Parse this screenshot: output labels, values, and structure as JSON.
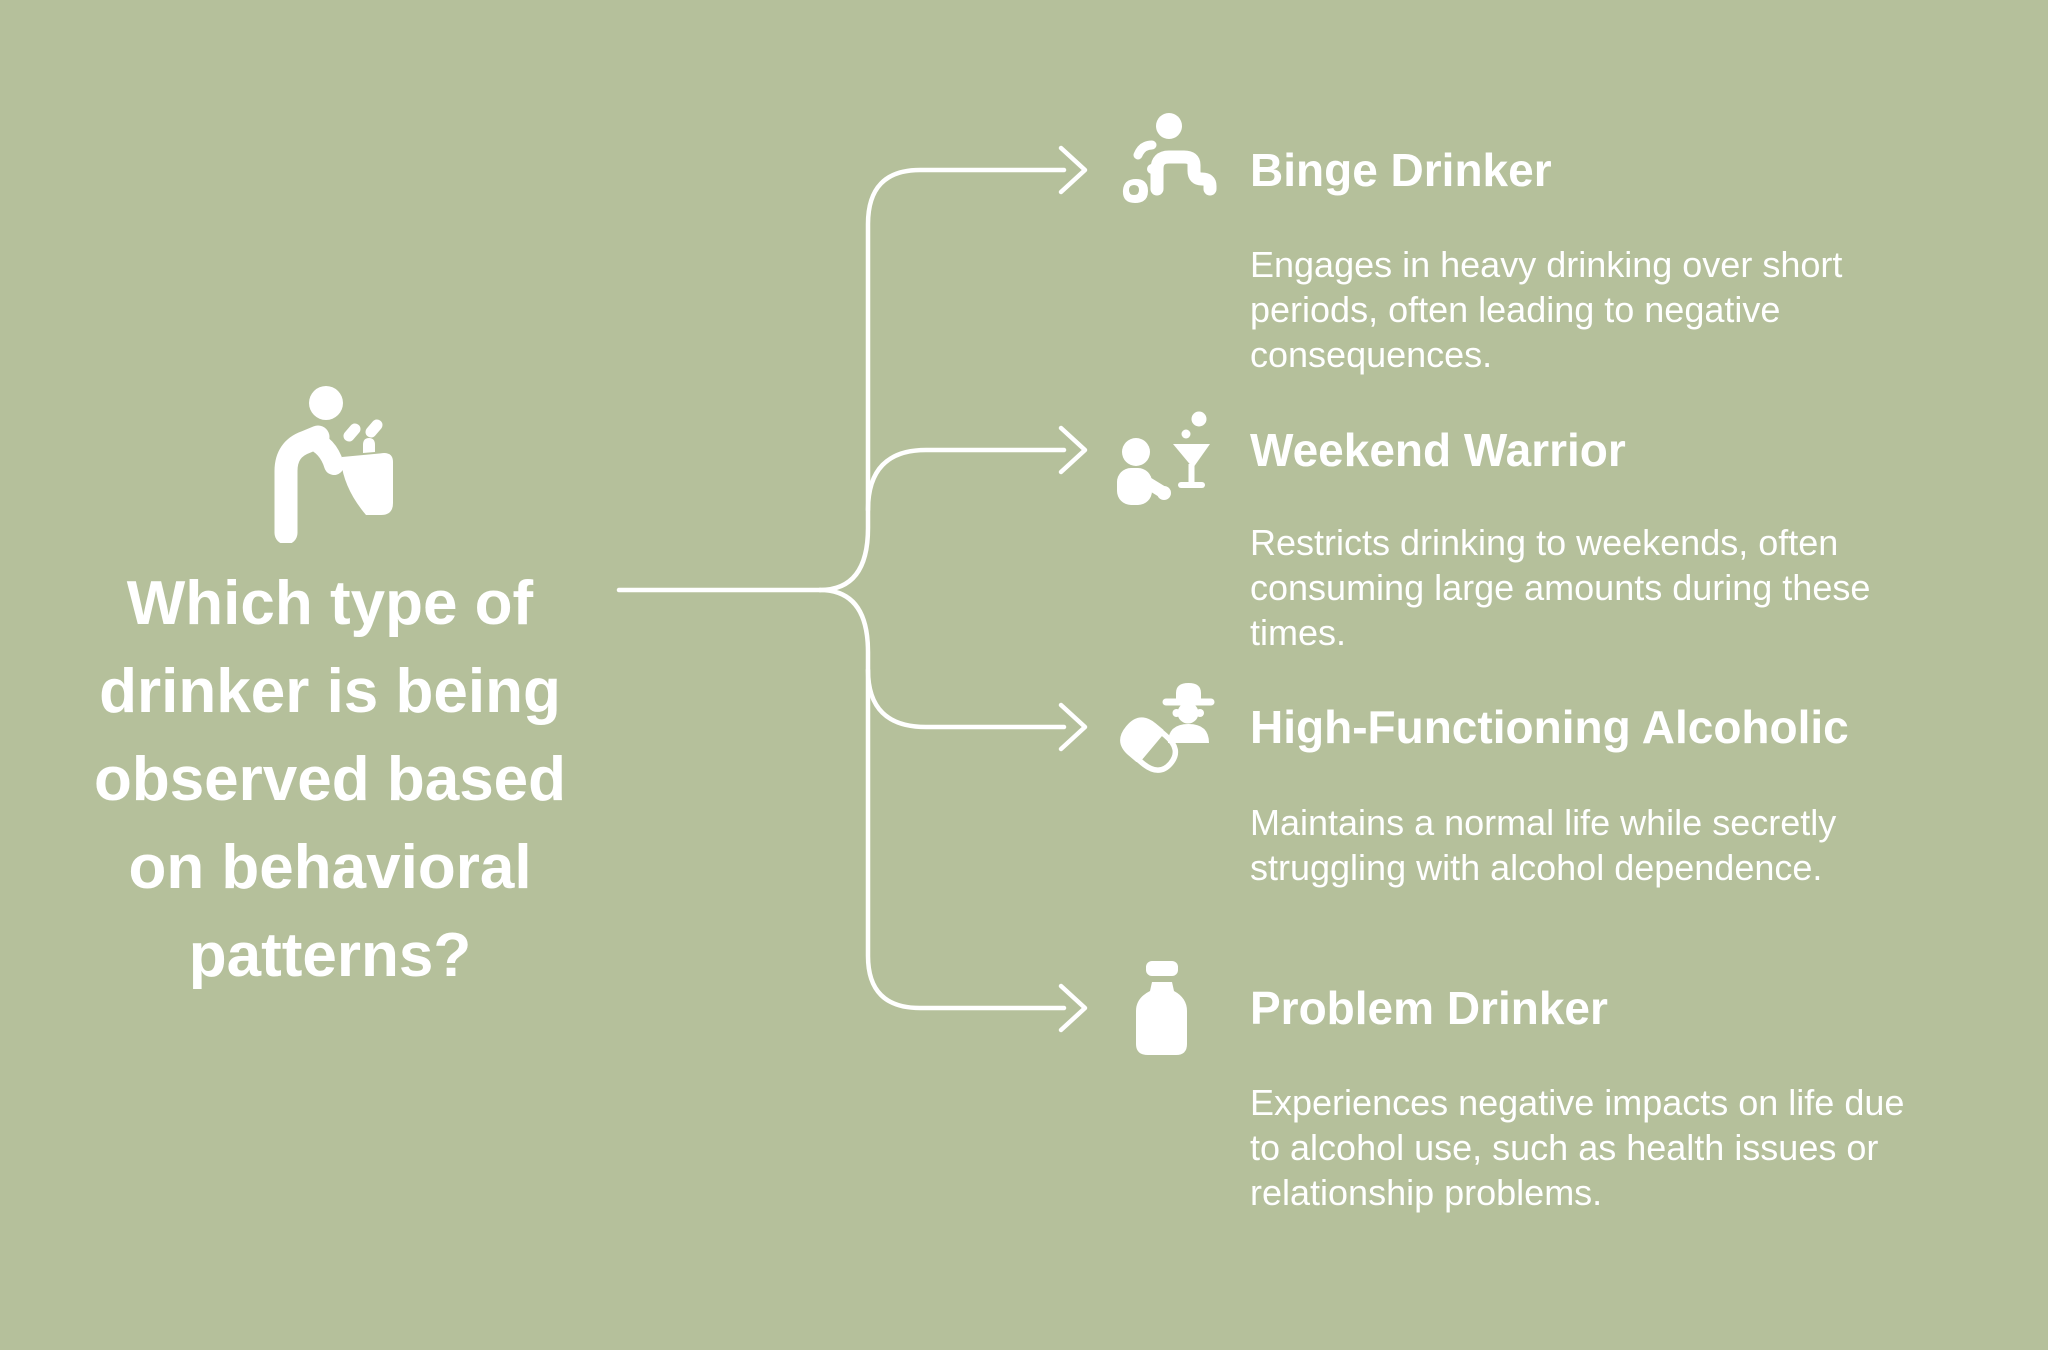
{
  "theme": {
    "background_color": "#b5c09b",
    "line_and_text_color": "#ffffff"
  },
  "question": {
    "text": "Which type of\ndrinker is being\nobserved based\non behavioral\npatterns?",
    "icon": "drinking-fountain-person-icon"
  },
  "branches": [
    {
      "title": "Binge Drinker",
      "description": "Engages in heavy drinking over short\nperiods, often leading to negative\nconsequences.",
      "icon": "crawling-drunk-person-icon"
    },
    {
      "title": "Weekend Warrior",
      "description": "Restricts drinking to weekends, often\nconsuming large amounts during these\ntimes.",
      "icon": "person-with-cocktail-icon"
    },
    {
      "title": "High-Functioning Alcoholic",
      "description": "Maintains a normal life while secretly\nstruggling with alcohol dependence.",
      "icon": "pill-and-hatted-person-icon"
    },
    {
      "title": "Problem Drinker",
      "description": "Experiences negative impacts on life due\nto alcohol use, such as health issues or\nrelationship problems.",
      "icon": "bottle-icon"
    }
  ]
}
